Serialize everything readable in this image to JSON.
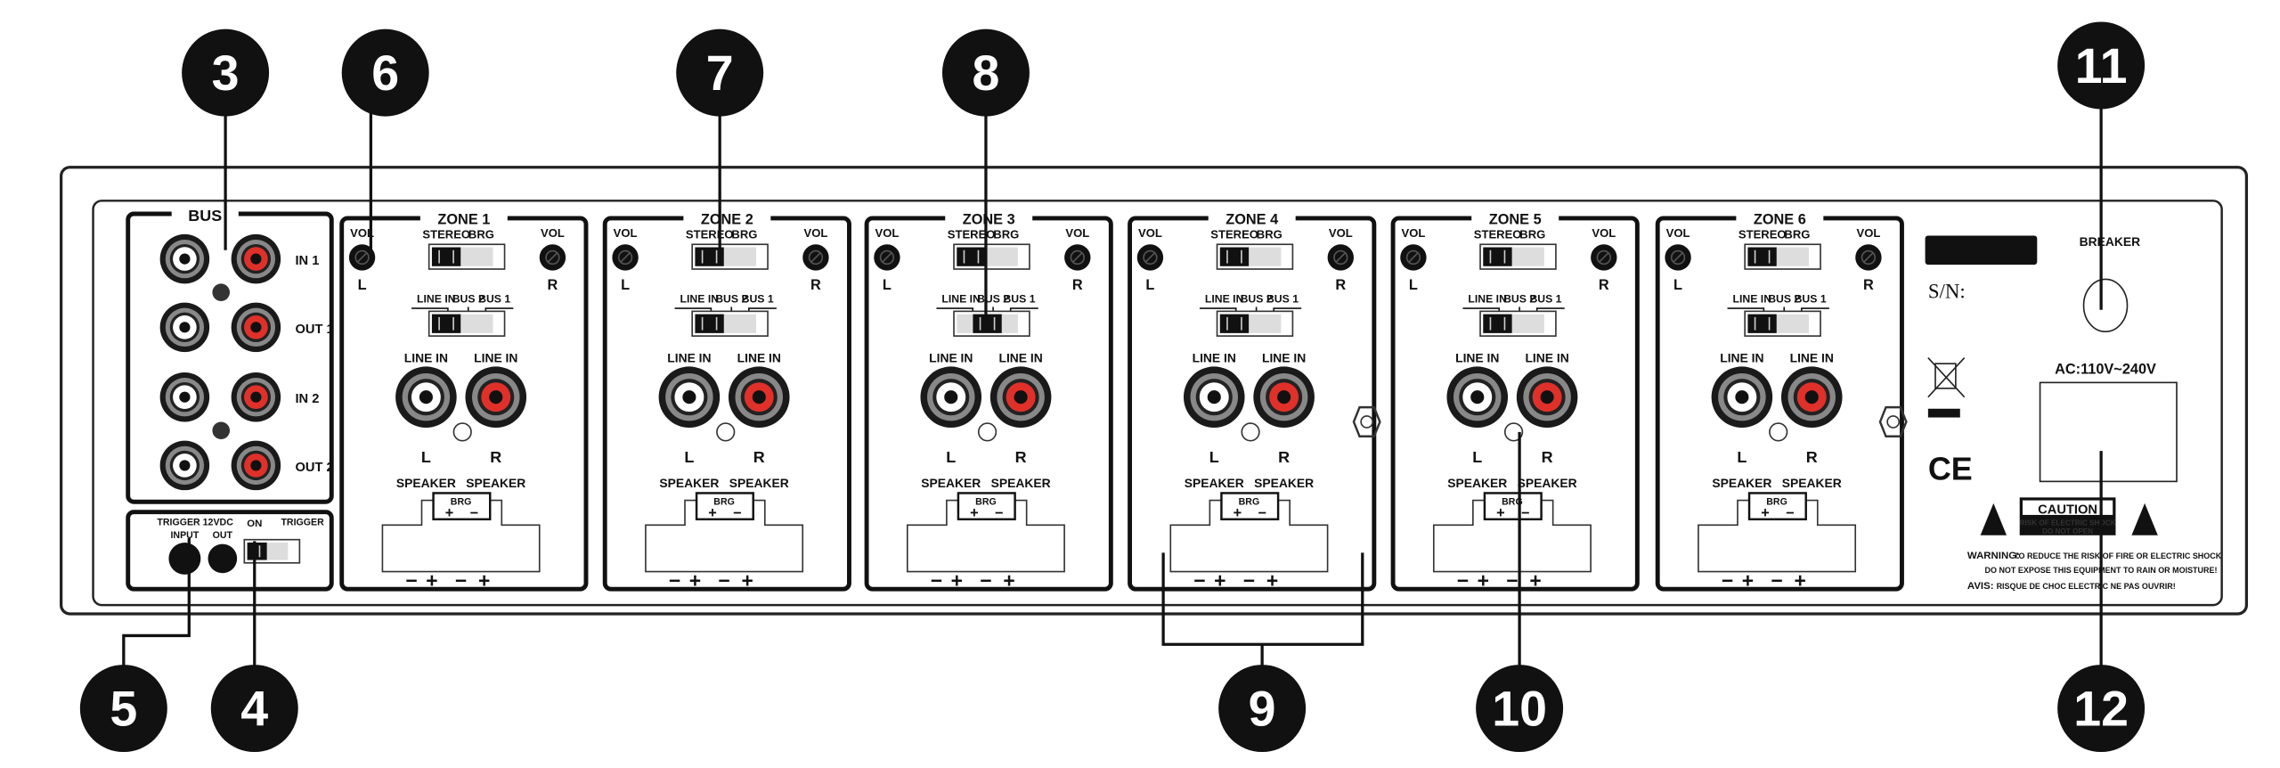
{
  "colors": {
    "red": "#e0302a",
    "black": "#111111",
    "grey": "#8a8a8a"
  },
  "bus": {
    "title": "BUS",
    "rows": [
      "IN 1",
      "OUT 1",
      "IN 2",
      "OUT 2"
    ]
  },
  "trigger": {
    "header": "TRIGGER 12VDC",
    "input": "INPUT",
    "out": "OUT",
    "on": "ON",
    "trigger": "TRIGGER"
  },
  "zone_labels": {
    "vol": "VOL",
    "l": "L",
    "r": "R",
    "stereo": "STEREO",
    "brg": "BRG",
    "line_in": "LINE IN",
    "bus2": "BUS 2",
    "bus1": "BUS 1",
    "speaker": "SPEAKER",
    "minus": "−",
    "plus": "+"
  },
  "zones": [
    {
      "title": "ZONE 1",
      "mode": "stereo",
      "source": "line_in"
    },
    {
      "title": "ZONE 2",
      "mode": "stereo",
      "source": "line_in"
    },
    {
      "title": "ZONE 3",
      "mode": "stereo",
      "source": "bus2"
    },
    {
      "title": "ZONE 4",
      "mode": "stereo",
      "source": "line_in"
    },
    {
      "title": "ZONE 5",
      "mode": "stereo",
      "source": "line_in"
    },
    {
      "title": "ZONE 6",
      "mode": "stereo",
      "source": "line_in"
    }
  ],
  "power": {
    "serial_label": "S/N:",
    "breaker": "BREAKER",
    "ac": "AC:110V~240V",
    "caution": "CAUTION",
    "caution_sub1": "RISK OF ELECTRIC SHOCK",
    "caution_sub2": "DO NOT OPEN",
    "warning_label": "WARNING:",
    "warning_text1": "TO REDUCE THE RISK OF FIRE OR ELECTRIC SHOCK",
    "warning_text2": "DO NOT EXPOSE THIS EQUIPMENT TO RAIN OR MOISTURE!",
    "avis_label": "AVIS:",
    "avis_text": "RISQUE DE CHOC ELECTRIC NE PAS OUVRIR!",
    "ce": "CE"
  },
  "callouts": [
    "3",
    "6",
    "7",
    "8",
    "11",
    "5",
    "4",
    "9",
    "10",
    "12"
  ]
}
